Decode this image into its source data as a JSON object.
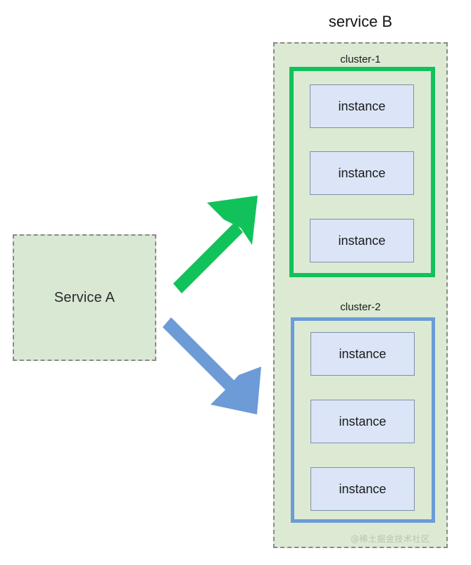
{
  "diagram": {
    "type": "architecture-diagram",
    "background": "#ffffff",
    "source_a": {
      "label": "Service A",
      "fill": "#d9e8d3",
      "border": "#8a8a8a",
      "border_style": "dashed"
    },
    "target_b": {
      "title": "service B",
      "fill": "#dcead4",
      "border": "#8a8a8a",
      "border_style": "dashed",
      "clusters": [
        {
          "name": "cluster-1",
          "accent": "#11c25a",
          "instances": [
            {
              "label": "instance"
            },
            {
              "label": "instance"
            },
            {
              "label": "instance"
            }
          ]
        },
        {
          "name": "cluster-2",
          "accent": "#6c9bd7",
          "instances": [
            {
              "label": "instance"
            },
            {
              "label": "instance"
            },
            {
              "label": "instance"
            }
          ]
        }
      ]
    },
    "connections": [
      {
        "from": "Service A",
        "to": "cluster-1",
        "color": "#11c25a",
        "direction": "up-right"
      },
      {
        "from": "Service A",
        "to": "cluster-2",
        "color": "#6c9bd7",
        "direction": "down-right"
      }
    ],
    "instance_style": {
      "fill": "#dbe5f7",
      "border": "#7d8fa8"
    },
    "watermark": "@稀土掘金技术社区"
  }
}
